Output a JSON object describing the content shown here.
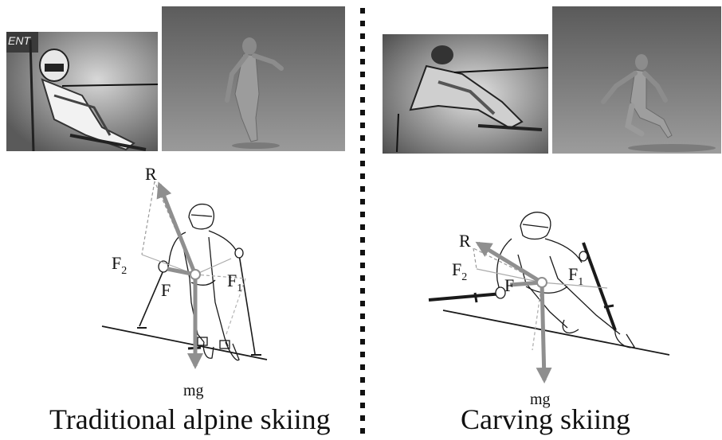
{
  "left_panel": {
    "caption": "Traditional alpine skiing",
    "photo_gate_text": "ENT",
    "labels": {
      "R": "R",
      "F2": "F",
      "F2_sub": "2",
      "F": "F",
      "F1": "F",
      "F1_sub": "1",
      "mg": "mg"
    }
  },
  "right_panel": {
    "caption": "Carving skiing",
    "labels": {
      "R": "R",
      "F2": "F",
      "F2_sub": "2",
      "F": "F",
      "F1": "F",
      "F1_sub": "1",
      "mg": "mg"
    }
  },
  "divider_style": "dotted-vertical",
  "colors": {
    "force_arrow": "#8f8f8f",
    "sketch": "#1a1a1a",
    "photo_bg": "#6e6e6e"
  }
}
